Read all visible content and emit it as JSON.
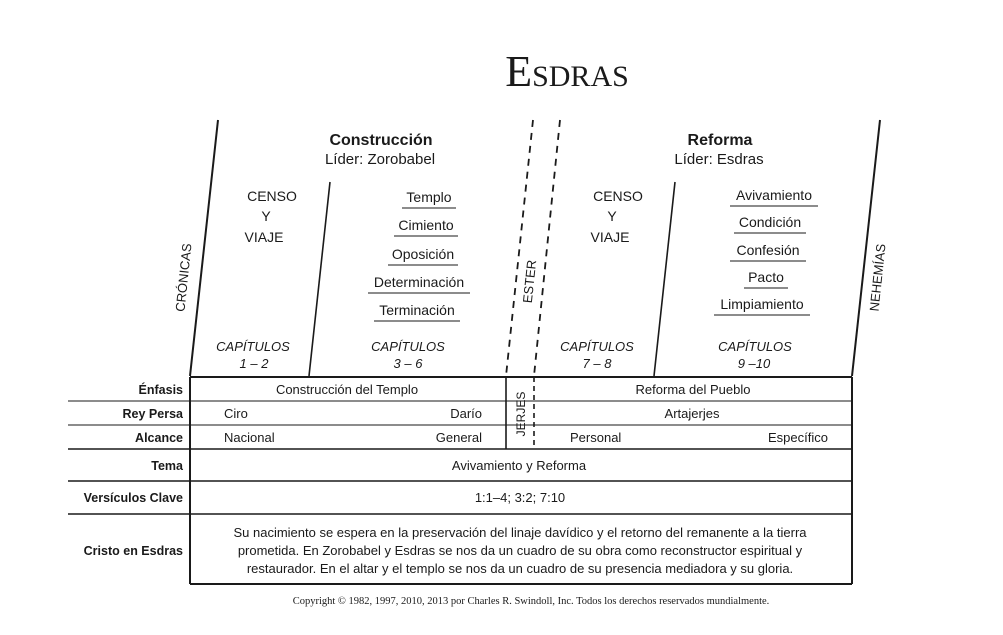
{
  "title": {
    "first_letter": "E",
    "rest": "SDRAS"
  },
  "sections": {
    "left": {
      "heading": "Construcción",
      "leader": "Líder: Zorobabel"
    },
    "right": {
      "heading": "Reforma",
      "leader": "Líder: Esdras"
    }
  },
  "side_labels": {
    "left": "CRÓNICAS",
    "middle": "ESTER",
    "right": "NEHEMÍAS",
    "jerjes": "JERJES"
  },
  "census": {
    "left": {
      "line1": "CENSO",
      "line2": "Y",
      "line3": "VIAJE"
    },
    "right": {
      "line1": "CENSO",
      "line2": "Y",
      "line3": "VIAJE"
    }
  },
  "topics_left": [
    "Templo",
    "Cimiento",
    "Oposición",
    "Determinación",
    "Terminación"
  ],
  "topics_right": [
    "Avivamiento",
    "Condición",
    "Confesión",
    "Pacto",
    "Limpiamiento"
  ],
  "chapters": [
    {
      "label": "CAPÍTULOS",
      "range": "1 – 2"
    },
    {
      "label": "CAPÍTULOS",
      "range": "3 – 6"
    },
    {
      "label": "CAPÍTULOS",
      "range": "7 – 8"
    },
    {
      "label": "CAPÍTULOS",
      "range": "9 –10"
    }
  ],
  "rows": {
    "enfasis": {
      "label": "Énfasis",
      "left": "Construcción del Templo",
      "right": "Reforma del Pueblo"
    },
    "rey": {
      "label": "Rey Persa",
      "left_a": "Ciro",
      "left_b": "Darío",
      "right": "Artajerjes"
    },
    "alcance": {
      "label": "Alcance",
      "left_a": "Nacional",
      "left_b": "General",
      "right_a": "Personal",
      "right_b": "Específico"
    },
    "tema": {
      "label": "Tema",
      "value": "Avivamiento y Reforma"
    },
    "versiculos": {
      "label": "Versículos Clave",
      "value": "1:1–4; 3:2; 7:10"
    },
    "cristo": {
      "label": "Cristo en Esdras",
      "line1": "Su nacimiento se espera en la preservación del linaje davídico y el retorno del remanente a la tierra",
      "line2": "prometida. En Zorobabel y Esdras se nos da un cuadro de su obra como reconstructor espiritual y",
      "line3": "restaurador. En el altar y el templo se nos da un cuadro de su presencia mediadora y su gloria."
    }
  },
  "copyright": "Copyright © 1982, 1997, 2010, 2013 por Charles R. Swindoll, Inc. Todos los derechos reservados mundialmente."
}
